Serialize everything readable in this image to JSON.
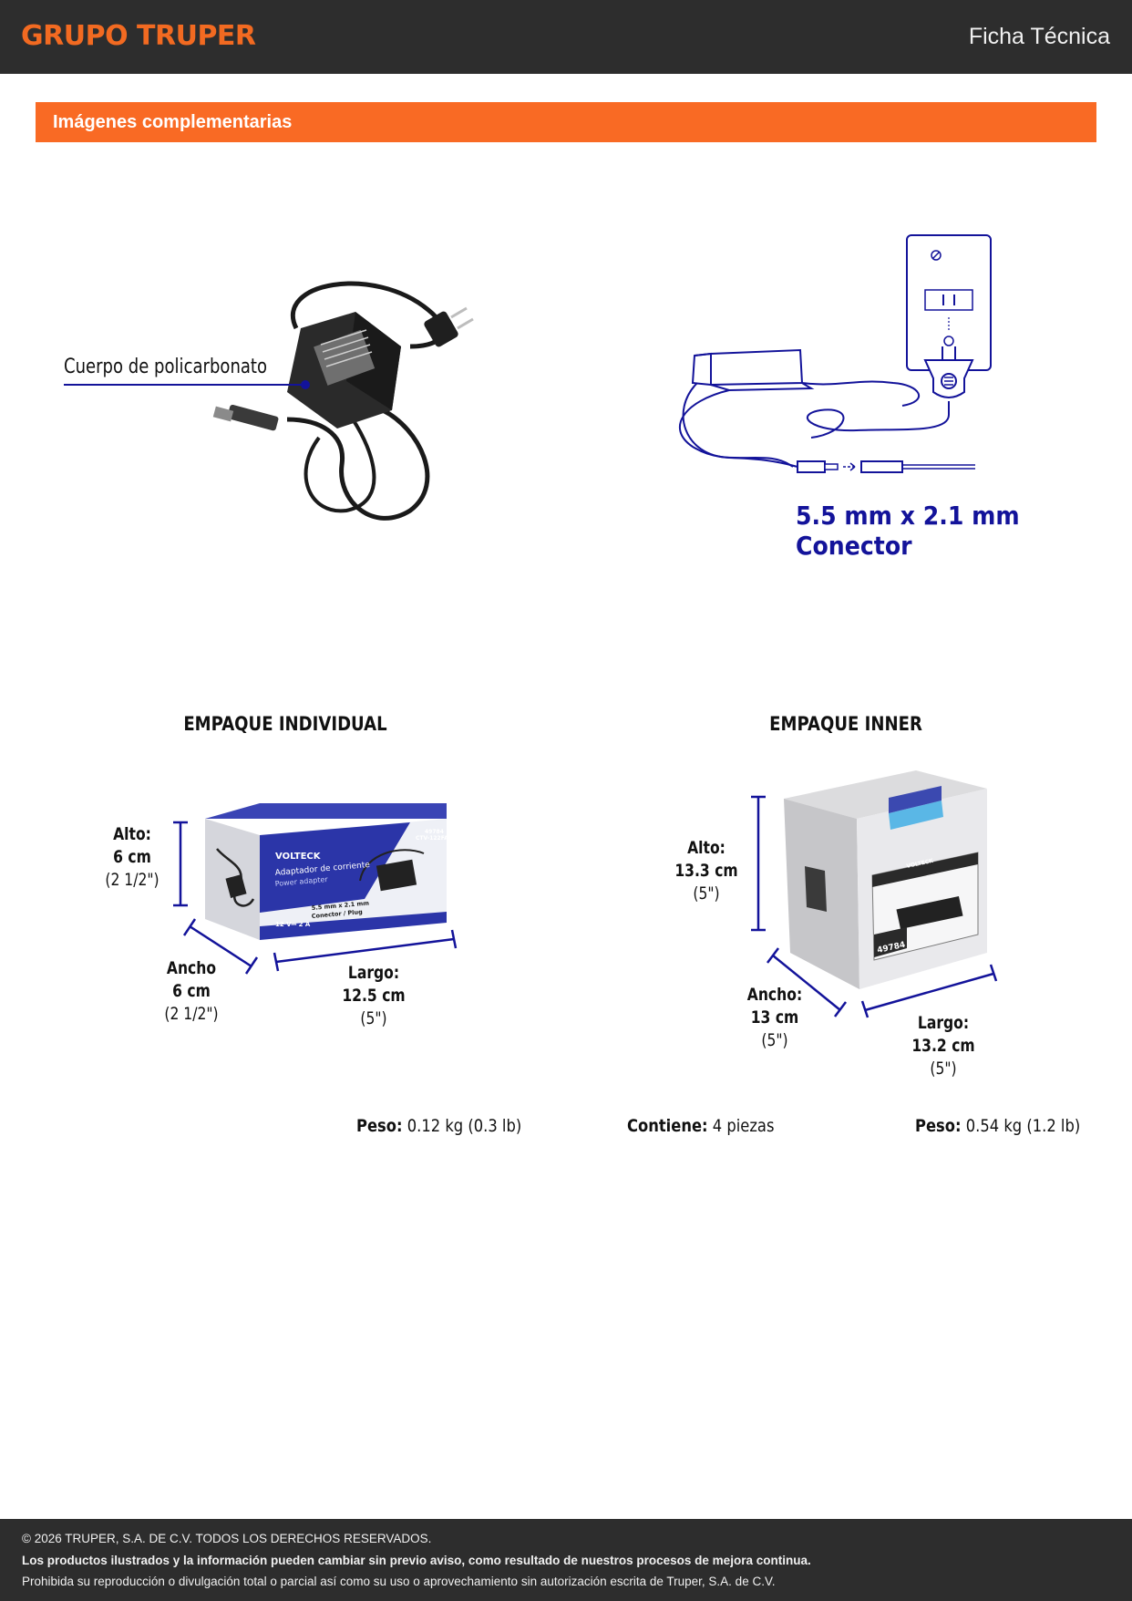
{
  "header": {
    "logo": "GRUPO TRUPER",
    "doc_type": "Ficha Técnica"
  },
  "section": {
    "title": "Imágenes complementarias"
  },
  "product_image": {
    "callout": "Cuerpo de policarbonato"
  },
  "usage_image": {
    "connector_size": "5.5 mm x 2.1 mm",
    "connector_label": "Conector"
  },
  "box_print": {
    "brand": "VOLTECK",
    "product_es": "Adaptador de corriente",
    "product_en": "Power adapter",
    "model": "CTV-122FA",
    "code": "49784",
    "rating": "12 V⎓ 2 A",
    "connector": "5.5 mm x 2.1 mm",
    "connector_plug": "Conector / Plug"
  },
  "individual_package": {
    "title": "EMPAQUE INDIVIDUAL",
    "height": {
      "label": "Alto:",
      "metric": "6 cm",
      "imperial": "(2 1/2\")"
    },
    "width": {
      "label": "Ancho",
      "metric": "6 cm",
      "imperial": "(2 1/2\")"
    },
    "length": {
      "label": "Largo:",
      "metric": "12.5 cm",
      "imperial": "(5\")"
    },
    "weight_label": "Peso:",
    "weight_value": "0.12 kg (0.3 lb)"
  },
  "inner_package": {
    "title": "EMPAQUE INNER",
    "height": {
      "label": "Alto:",
      "metric": "13.3 cm",
      "imperial": "(5\")"
    },
    "width": {
      "label": "Ancho:",
      "metric": "13 cm",
      "imperial": "(5\")"
    },
    "length": {
      "label": "Largo:",
      "metric": "13.2 cm",
      "imperial": "(5\")"
    },
    "contains_label": "Contiene:",
    "contains_value": "4 piezas",
    "weight_label": "Peso:",
    "weight_value": "0.54 kg (1.2 lb)"
  },
  "footer": {
    "copyright": "© 2026 TRUPER, S.A. DE C.V. TODOS LOS DERECHOS RESERVADOS.",
    "notice": "Los productos ilustrados y la información pueden cambiar sin previo aviso, como resultado de nuestros procesos de mejora continua.",
    "prohibition": "Prohibida su reproducción o divulgación total o parcial así como su uso o aprovechamiento sin autorización escrita de Truper, S.A. de C.V."
  },
  "colors": {
    "header_bg": "#2d2d2d",
    "brand_orange": "#f96a24",
    "dimension_blue": "#13139a",
    "box_blue": "#2b35a8"
  }
}
